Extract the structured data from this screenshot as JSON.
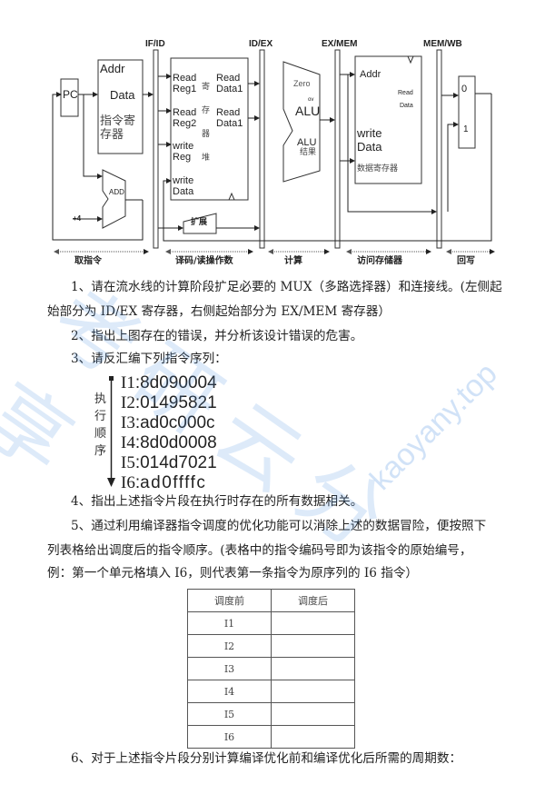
{
  "diagram": {
    "pipeline_registers": [
      "IF/ID",
      "ID/EX",
      "EX/MEM",
      "MEM/WB"
    ],
    "pc_label": "PC",
    "instr_mem": {
      "addr": "Addr",
      "data": "Data",
      "name_line1": "指令寄",
      "name_line2": "存器"
    },
    "add_label": "ADD",
    "plus4_label": "+4",
    "regfile": {
      "read_reg1": [
        "Read",
        "Reg1"
      ],
      "read_reg2": [
        "Read",
        "Reg2"
      ],
      "write_reg": [
        "write",
        "Reg"
      ],
      "write_data": [
        "write",
        "Data"
      ],
      "read_data1": [
        "Read",
        "Data1"
      ],
      "read_data2": [
        "Read",
        "Data1"
      ],
      "name_chars": [
        "寄",
        "存",
        "器",
        "堆"
      ]
    },
    "extend_label": "扩展",
    "alu": {
      "zero": "Zero",
      "ov": "ov",
      "name": "ALU",
      "result1": "ALU",
      "result2": "结果"
    },
    "data_mem": {
      "addr": "Addr",
      "read_data": [
        "Read",
        "Data"
      ],
      "write_data": [
        "write",
        "Data"
      ],
      "name": "数据寄存器"
    },
    "mux": {
      "in0": "0",
      "in1": "1"
    },
    "stages": [
      "取指令",
      "译码/读操作数",
      "计算",
      "访问存储器",
      "回写"
    ]
  },
  "questions": {
    "q1_line1": "1、请在流水线的计算阶段扩足必要的 MUX（多路选择器）和连接线。(左侧起",
    "q1_line2": "始部分为 ID/EX 寄存器，右侧起始部分为 EX/MEM 寄存器）",
    "q2": "2、指出上图存在的错误，并分析该设计错误的危害。",
    "q3": "3、请反汇编下列指令序列：",
    "q4": "4、指出上述指令片段在执行时存在的所有数据相关。",
    "q5_line1": "5、通过利用编译器指令调度的优化功能可以消除上述的数据冒险，便按照下",
    "q5_line2": "列表格给出调度后的指令顺序。(表格中的指令编码号即为该指令的原始编号，",
    "q5_line3": "例：第一个单元格填入 I6，则代表第一条指令为原序列的 I6 指令）",
    "q6": "6、对于上述指令片段分别计算编译优化前和编译优化后所需的周期数："
  },
  "exec_order_label": [
    "执",
    "行",
    "顺",
    "序"
  ],
  "instructions": [
    {
      "id": "I1",
      "code": "8d090004"
    },
    {
      "id": "I2",
      "code": "01495821"
    },
    {
      "id": "I3",
      "code": "ad0c000c"
    },
    {
      "id": "I4",
      "code": "8d0d0008"
    },
    {
      "id": "I5",
      "code": "014d7021"
    },
    {
      "id": "I6",
      "code": "ad0ffffc"
    }
  ],
  "schedule_table": {
    "headers": [
      "调度前",
      "调度后"
    ],
    "rows": [
      {
        "before": "I1",
        "after": ""
      },
      {
        "before": "I2",
        "after": ""
      },
      {
        "before": "I3",
        "after": ""
      },
      {
        "before": "I4",
        "after": ""
      },
      {
        "before": "I5",
        "after": ""
      },
      {
        "before": "I6",
        "after": ""
      }
    ]
  },
  "watermark": {
    "text": "kaoyany.top",
    "cn": "考研云分享"
  }
}
